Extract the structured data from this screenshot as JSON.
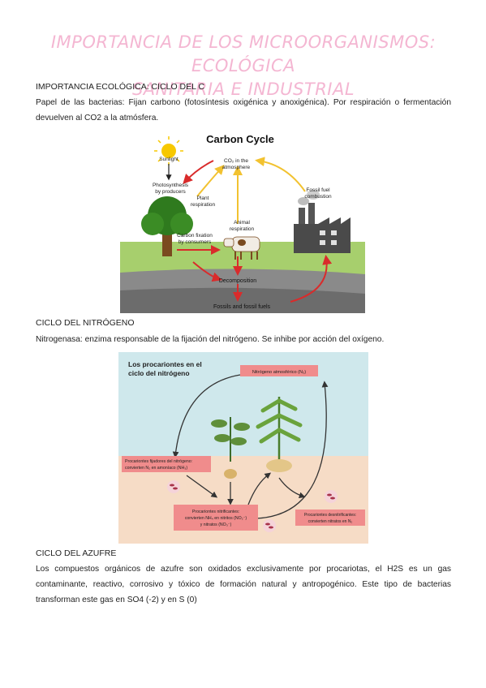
{
  "document": {
    "title_line1": "IMPORTANCIA DE LOS MICROORGANISMOS: ECOLÓGICA",
    "title_line2": "SANITARIA E INDUSTRIAL",
    "section1": {
      "heading": "IMPORTANCIA ECOLÓGICA: CICLO DEL C",
      "paragraph": "Papel de las bacterias: Fijan carbono (fotosíntesis oxigénica y anoxigénica). Por respiración o fermentación devuelven al CO2 a la atmósfera."
    },
    "section2": {
      "heading": "CICLO DEL NITRÓGENO",
      "paragraph": "Nitrogenasa: enzima responsable de la fijación del nitrógeno. Se inhibe por acción del oxígeno."
    },
    "section3": {
      "heading": "CICLO DEL AZUFRE",
      "paragraph": "Los compuestos orgánicos de azufre son oxidados exclusivamente por procariotas, el H2S es un gas contaminante, reactivo, corrosivo y tóxico de formación natural y antropogénico. Este tipo de bacterias transforman este gas en SO4 (-2) y en S (0)"
    }
  },
  "carbon_cycle": {
    "title": "Carbon Cycle",
    "sunlight": "Sunlight",
    "co2_line1": "CO₂ in the",
    "co2_line2": "atmosphere",
    "photo_line1": "Photosynthesis",
    "photo_line2": "by producers",
    "plant_line1": "Plant",
    "plant_line2": "respiration",
    "fossil_comb_line1": "Fossil fuel",
    "fossil_comb_line2": "combustion",
    "animal_line1": "Animal",
    "animal_line2": "respiration",
    "fixation_line1": "Carbon fixation",
    "fixation_line2": "by consumers",
    "decomposition": "Decomposition",
    "fossils": "Fossils and fossil fuels"
  },
  "nitrogen_cycle": {
    "title_line1": "Los procariontes en el",
    "title_line2": "ciclo del nitrógeno",
    "atm": "Nitrógeno atmosférico (N₂)",
    "fix_line1": "Procariontes fijadores del nitrógeno:",
    "fix_line2": "convierten N₂ en amoníaco (NH₃)",
    "nitr_line1": "Procariontes nitrificantes:",
    "nitr_line2": "convierten NH₄ en nitritos (NO₂⁻)",
    "nitr_line3": "y nitratos (NO₃⁻)",
    "denitr_line1": "Procariontes desnitrificantes:",
    "denitr_line2": "convierten nitratos en N₂"
  },
  "colors": {
    "title_pink": "#f4b6d2",
    "arrow_red": "#d92b2b",
    "arrow_yellow": "#f2c230",
    "label_box": "#f08c8c"
  }
}
